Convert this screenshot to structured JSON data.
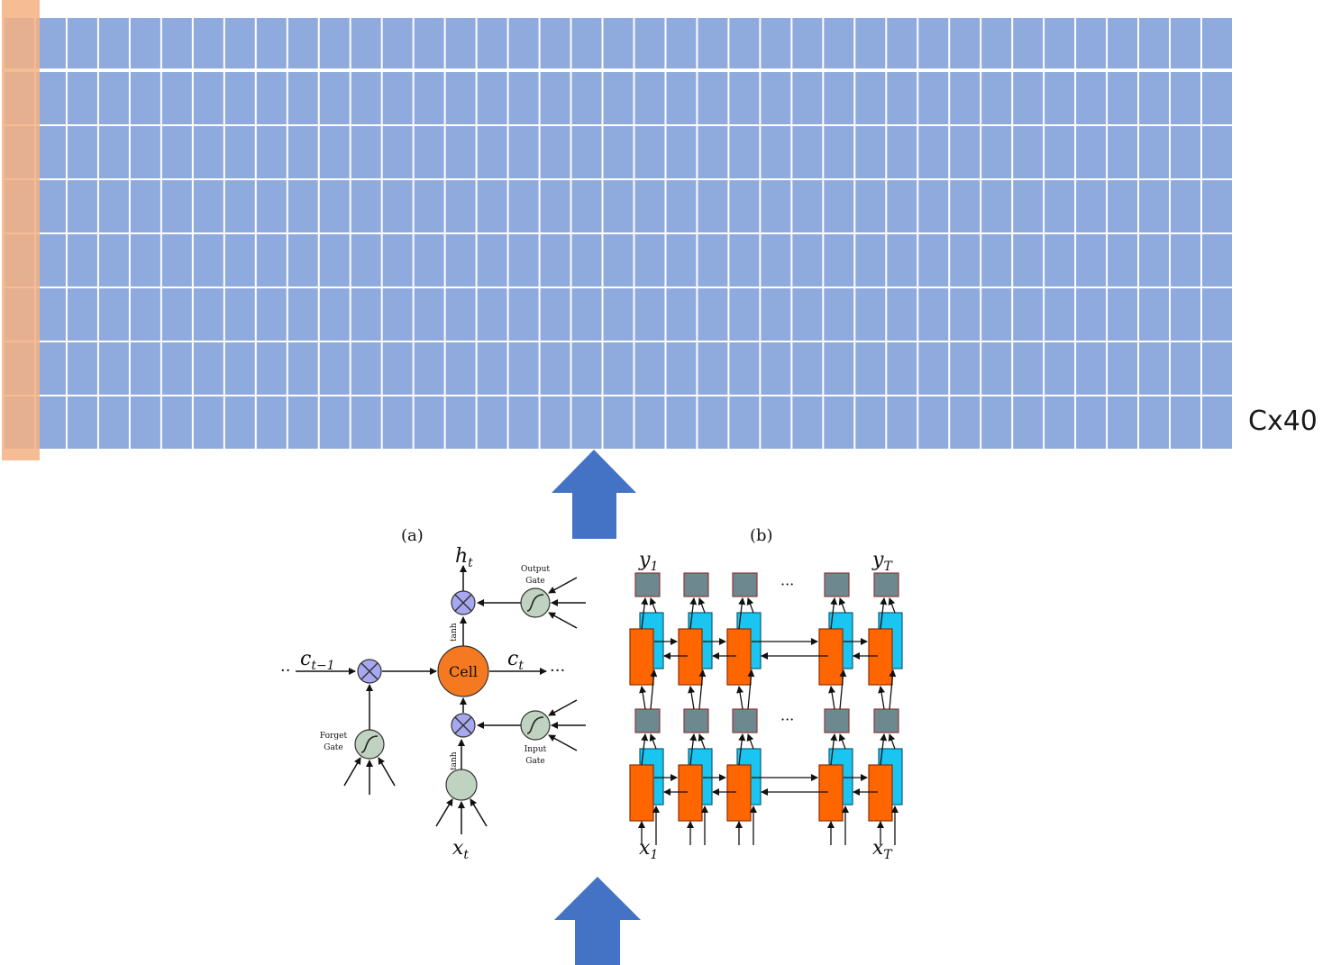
{
  "grid": {
    "rows": 8,
    "cols": 39,
    "cell_color": "#8FAADC",
    "highlight_color": "#F4B183",
    "label": "Cx40"
  },
  "arrows": {
    "color": "#4472C4"
  },
  "lstm_cell": {
    "panel_label": "(a)",
    "h_t": "h",
    "h_t_sub": "t",
    "c_prev": "c",
    "c_prev_sub": "t−1",
    "c_t": "c",
    "c_t_sub": "t",
    "x_t": "x",
    "x_t_sub": "t",
    "cell_label": "Cell",
    "output_gate_line1": "Output",
    "output_gate_line2": "Gate",
    "forget_gate_line1": "Forget",
    "forget_gate_line2": "Gate",
    "input_gate_line1": "Input",
    "input_gate_line2": "Gate",
    "tanh_top": "tanh",
    "tanh_bottom": "tanh",
    "ellipsis_left": "··",
    "ellipsis_right": "···",
    "cell_color": "#F47920",
    "gate_color": "#BFD3C0",
    "mult_color": "#A8A8F0"
  },
  "bilstm": {
    "panel_label": "(b)",
    "y_1": "y",
    "y_1_sub": "1",
    "y_T": "y",
    "y_T_sub": "T",
    "x_1": "x",
    "x_1_sub": "1",
    "x_T": "x",
    "x_T_sub": "T",
    "ellipsis": "···",
    "forward_color": "#FF6600",
    "backward_color": "#1BC5F2",
    "output_color": "#6E8890"
  }
}
